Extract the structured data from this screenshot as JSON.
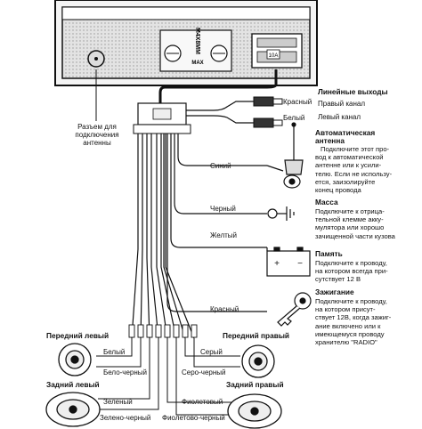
{
  "device": {
    "screw_label": "M4X8MM\nMAX",
    "screw_label_line1": "M4X8MM",
    "screw_label_line2": "MAX",
    "fuse_label": "10A"
  },
  "antenna_connector_label": [
    "Разъем для",
    "подключения",
    "антенны"
  ],
  "wires": {
    "line_red": "Красный",
    "line_white": "Белый",
    "blue": "Синий",
    "black": "Черный",
    "yellow": "Желтый",
    "red": "Красный"
  },
  "sections": {
    "line_out": {
      "title": "Линейные выходы",
      "right": "Правый канал",
      "left": "Левый канал"
    },
    "auto_antenna": {
      "title": [
        "Автоматическая",
        "антенна"
      ],
      "text": [
        "Подключите этот про-",
        "вод к автоматической",
        "антенне или к усили-",
        "телю. Если не использу-",
        "ется, заизолируйте",
        "конец провода"
      ]
    },
    "ground": {
      "title": "Масса",
      "text": [
        "Подключите к отрица-",
        "тельной клемме акку-",
        "мулятора или хорошо",
        "зачищенной части кузова"
      ]
    },
    "memory": {
      "title": "Память",
      "text": [
        "Подключите к проводу,",
        "на котором всегда при-",
        "сутствует 12 В"
      ]
    },
    "ignition": {
      "title": "Зажигание",
      "text": [
        "Подключите к проводу,",
        "на котором присут-",
        "ствует 12В, когда зажиг-",
        "ание включено или к",
        "имеющемуся проводу",
        "хранителю \"RADIO\""
      ]
    }
  },
  "speakers": {
    "front_left": {
      "title": "Передний левый",
      "plus": "Белый",
      "minus": "Бело-черный"
    },
    "front_right": {
      "title": "Передний правый",
      "plus": "Серый",
      "minus": "Серо-черный"
    },
    "rear_left": {
      "title": "Задний левый",
      "plus": "Зеленый",
      "minus": "Зелено-черный"
    },
    "rear_right": {
      "title": "Задний правый",
      "plus": "Фиолетовый",
      "minus": "Фиолетово-черный"
    }
  },
  "colors": {
    "line": "#111111",
    "background": "#ffffff",
    "panel": "#e8e8e8"
  },
  "icons": [
    "antenna-jack-icon",
    "fuse-icon",
    "rca-plug-icon",
    "power-antenna-icon",
    "ground-symbol-icon",
    "battery-icon",
    "ignition-key-icon",
    "speaker-icon"
  ]
}
